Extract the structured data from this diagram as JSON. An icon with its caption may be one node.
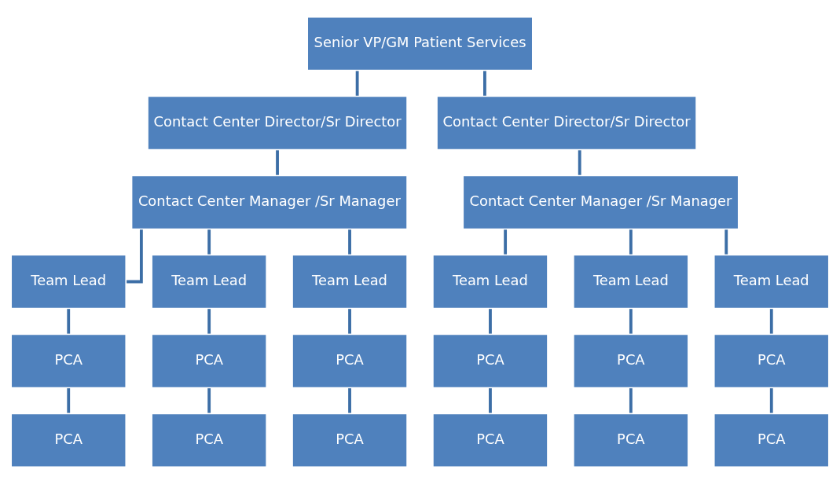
{
  "diagram": {
    "nodes": [
      {
        "text": [
          "Senior VP/GM Patient Services"
        ]
      },
      {
        "text": [
          "Contact Center Director/Sr Director"
        ]
      },
      {
        "text": [
          "Contact Center Director/Sr Director"
        ]
      },
      {
        "text": [
          "Contact Center Manager /Sr Manager"
        ]
      },
      {
        "text": [
          "Contact Center Manager /Sr Manager"
        ]
      },
      {
        "text": [
          "Team Lead"
        ]
      },
      {
        "text": [
          "Team Lead"
        ]
      },
      {
        "text": [
          "Team Lead"
        ]
      },
      {
        "text": [
          "Team Lead"
        ]
      },
      {
        "text": [
          "Team Lead"
        ]
      },
      {
        "text": [
          "Team Lead"
        ]
      },
      {
        "text": [
          "PCA"
        ]
      },
      {
        "text": [
          "PCA"
        ]
      },
      {
        "text": [
          "PCA"
        ]
      },
      {
        "text": [
          "PCA"
        ]
      },
      {
        "text": [
          "PCA"
        ]
      },
      {
        "text": [
          "PCA"
        ]
      },
      {
        "text": [
          "PCA"
        ]
      },
      {
        "text": [
          "PCA"
        ]
      },
      {
        "text": [
          "PCA"
        ]
      },
      {
        "text": [
          "PCA"
        ]
      },
      {
        "text": [
          "PCA"
        ]
      },
      {
        "text": [
          "PCA"
        ]
      }
    ],
    "edges": [
      {
        "from": 0,
        "to": 1,
        "arrow": "none"
      },
      {
        "from": 0,
        "to": 2,
        "arrow": "none"
      },
      {
        "from": 1,
        "to": 3,
        "arrow": "none"
      },
      {
        "from": 2,
        "to": 4,
        "arrow": "none"
      },
      {
        "from": 3,
        "to": 5,
        "arrow": "none"
      },
      {
        "from": 3,
        "to": 6,
        "arrow": "none"
      },
      {
        "from": 3,
        "to": 7,
        "arrow": "none"
      },
      {
        "from": 4,
        "to": 8,
        "arrow": "none"
      },
      {
        "from": 4,
        "to": 9,
        "arrow": "none"
      },
      {
        "from": 4,
        "to": 10,
        "arrow": "none"
      },
      {
        "from": 5,
        "to": 11,
        "arrow": "none"
      },
      {
        "from": 6,
        "to": 12,
        "arrow": "none"
      },
      {
        "from": 7,
        "to": 13,
        "arrow": "none"
      },
      {
        "from": 8,
        "to": 14,
        "arrow": "none"
      },
      {
        "from": 9,
        "to": 15,
        "arrow": "none"
      },
      {
        "from": 10,
        "to": 16,
        "arrow": "none"
      },
      {
        "from": 11,
        "to": 17,
        "arrow": "none"
      },
      {
        "from": 12,
        "to": 18,
        "arrow": "none"
      },
      {
        "from": 13,
        "to": 19,
        "arrow": "none"
      },
      {
        "from": 14,
        "to": 20,
        "arrow": "none"
      },
      {
        "from": 15,
        "to": 21,
        "arrow": "none"
      },
      {
        "from": 16,
        "to": 22,
        "arrow": "none"
      }
    ]
  }
}
